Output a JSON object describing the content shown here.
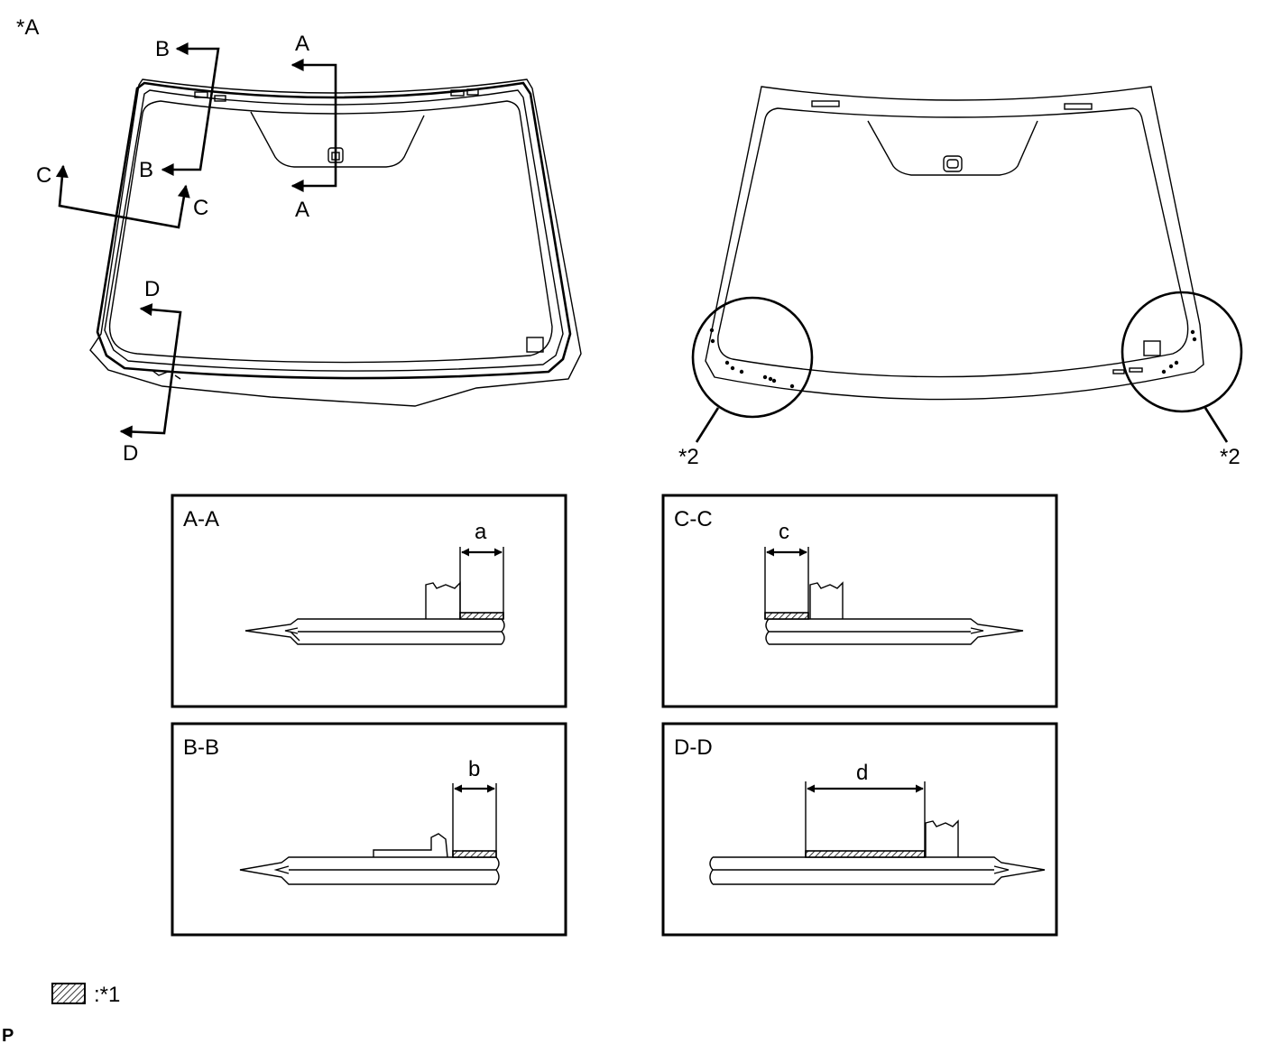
{
  "page": {
    "view_label": "*A",
    "corner_mark": "P",
    "legend": {
      "swatch": "hatched",
      "text": ":*1"
    }
  },
  "left_view": {
    "cut_labels": {
      "a_top": "A",
      "a_bottom": "A",
      "b_top": "B",
      "b_bottom": "B",
      "c_left": "C",
      "c_right": "C",
      "d_top": "D",
      "d_bottom": "D"
    }
  },
  "right_view": {
    "callout_left": "*2",
    "callout_right": "*2"
  },
  "sections": [
    {
      "title": "A-A",
      "dimension": "a"
    },
    {
      "title": "C-C",
      "dimension": "c"
    },
    {
      "title": "B-B",
      "dimension": "b"
    },
    {
      "title": "D-D",
      "dimension": "d"
    }
  ],
  "colors": {
    "line": "#000000",
    "background": "#ffffff"
  }
}
